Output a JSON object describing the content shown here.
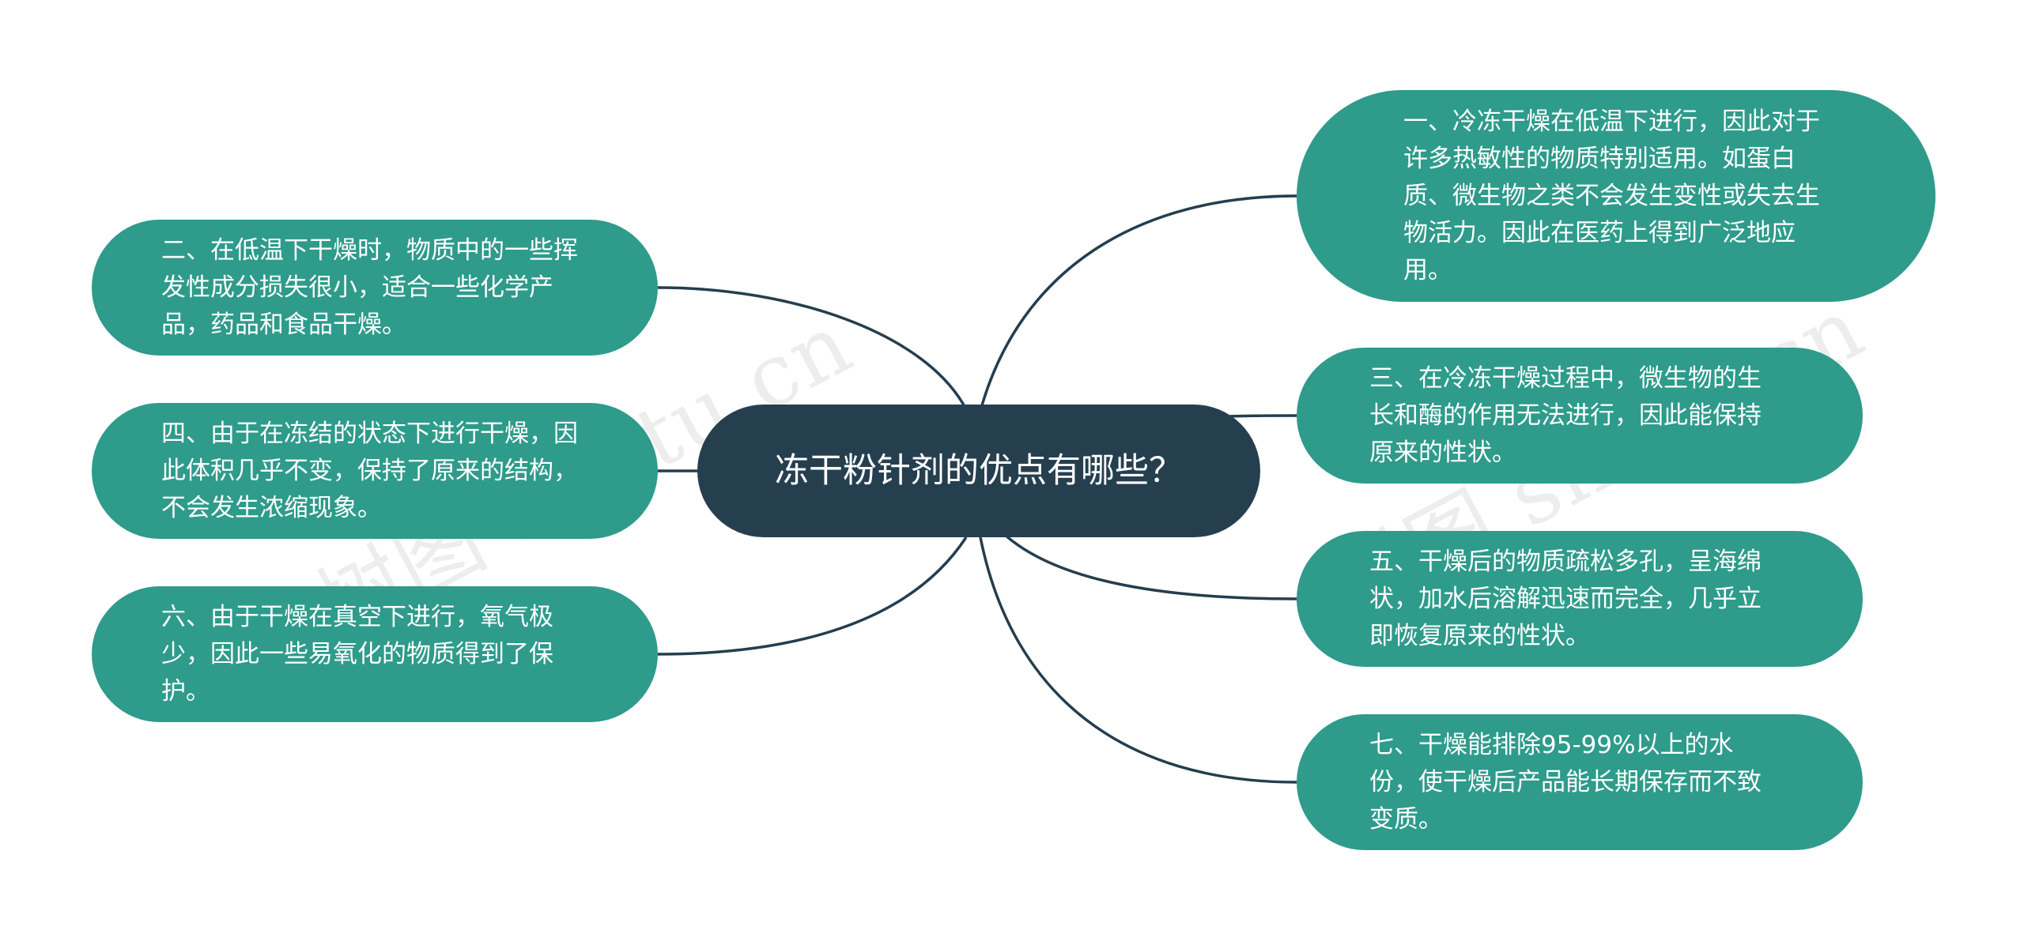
{
  "mindmap": {
    "center": "冻干粉针剂的优点有哪些？",
    "branches": [
      {
        "id": "1",
        "side": "right",
        "text": "一、冷冻干燥在低温下进行，因此对于许多热敏性的物质特别适用。如蛋白质、微生物之类不会发生变性或失去生物活力。因此在医药上得到广泛地应用。"
      },
      {
        "id": "3",
        "side": "right",
        "text": "三、在冷冻干燥过程中，微生物的生长和酶的作用无法进行，因此能保持原来的性状。"
      },
      {
        "id": "5",
        "side": "right",
        "text": "五、干燥后的物质疏松多孔，呈海绵状，加水后溶解迅速而完全，几乎立即恢复原来的性状。"
      },
      {
        "id": "7",
        "side": "right",
        "text": "七、干燥能排除95-99%以上的水份，使干燥后产品能长期保存而不致变质。"
      },
      {
        "id": "2",
        "side": "left",
        "text": "二、在低温下干燥时，物质中的一些挥发性成分损失很小，适合一些化学产品，药品和食品干燥。"
      },
      {
        "id": "4",
        "side": "left",
        "text": "四、由于在冻结的状态下进行干燥，因此体积几乎不变，保持了原来的结构，不会发生浓缩现象。"
      },
      {
        "id": "6",
        "side": "left",
        "text": "六、由于干燥在真空下进行，氧气极少，因此一些易氧化的物质得到了保护。"
      }
    ]
  },
  "watermark": "树图 shutu.cn",
  "colors": {
    "center_fill": "#263f4f",
    "node_fill": "#2e9b8b",
    "edge": "#253e4e",
    "text": "#ffffff"
  }
}
